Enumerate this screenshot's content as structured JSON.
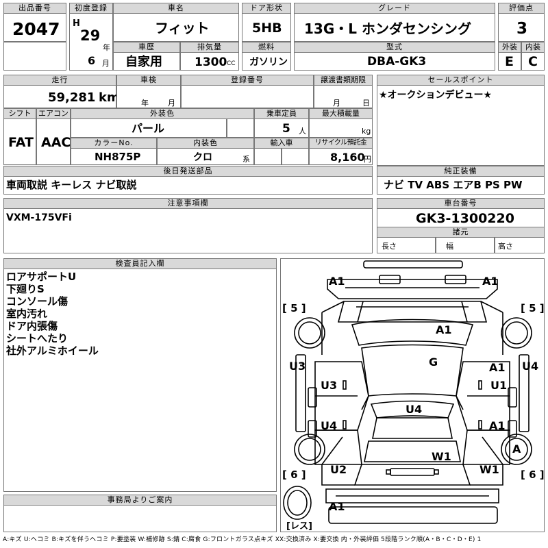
{
  "header": {
    "lot_label": "出品番号",
    "lot": "2047",
    "first_reg_label": "初度登録",
    "era": "H",
    "year": "29",
    "year_unit": "年",
    "month": "6",
    "month_unit": "月",
    "car_name_label": "車名",
    "car_name": "フィット",
    "door_label": "ドア形状",
    "door": "5HB",
    "grade_label": "グレード",
    "grade": "13G・L ホンダセンシング",
    "score_label": "評価点",
    "score": "3",
    "history_label": "車歴",
    "history": "自家用",
    "displacement_label": "排気量",
    "displacement": "1300",
    "displacement_unit": "CC",
    "fuel_label": "燃料",
    "fuel": "ガソリン",
    "model_label": "型式",
    "model": "DBA-GK3",
    "ext_grade_label": "外装",
    "ext_grade": "E",
    "int_grade_label": "内装",
    "int_grade": "C"
  },
  "row2": {
    "mileage_label": "走行",
    "mileage": "59,281",
    "mileage_unit": "km",
    "inspection_label": "車検",
    "inspection_year": "年",
    "inspection_month": "月",
    "plate_label": "登録番号",
    "transfer_label": "譲渡書類期限",
    "transfer_month": "月",
    "transfer_day": "日",
    "sales_label": "セールスポイント",
    "sales_point": "★オークションデビュー★"
  },
  "row3": {
    "shift_label": "シフト",
    "shift": "FAT",
    "aircon_label": "エアコン",
    "aircon": "AAC",
    "ext_color_label": "外装色",
    "ext_color": "パール",
    "capacity_label": "乗車定員",
    "capacity": "5",
    "capacity_unit": "人",
    "load_label": "最大積載量",
    "load_unit": "kg",
    "color_no_label": "カラーNo.",
    "color_no": "NH875P",
    "int_color_label": "内装色",
    "int_color": "クロ",
    "int_color_unit": "系",
    "import_label": "輸入車",
    "recycle_label": "リサイクル預託金",
    "recycle": "8,160",
    "recycle_unit": "円"
  },
  "parts": {
    "label": "後日発送部品",
    "value": "車両取説 キーレス ナビ取説"
  },
  "equipment": {
    "label": "純正装備",
    "value": "ナビ TV ABS エアB PS PW"
  },
  "notes": {
    "label": "注意事項欄",
    "value": "VXM-175VFi"
  },
  "chassis": {
    "label": "車台番号",
    "value": "GK3-1300220"
  },
  "specs": {
    "label": "諸元",
    "length": "長さ",
    "width": "幅",
    "height": "高さ"
  },
  "inspector": {
    "label": "検査員記入欄",
    "items": [
      "ロアサポートU",
      "下廻りS",
      "コンソール傷",
      "室内汚れ",
      "ドア内張傷",
      "シートへたり",
      "社外アルミホイール"
    ]
  },
  "office": {
    "label": "事務局よりご案内"
  },
  "diagram": {
    "tire_fl": "[ 5 ]",
    "tire_fr": "[ 5 ]",
    "tire_rl": "[ 6 ]",
    "tire_rr": "[ 6 ]",
    "spare": "[レス]",
    "front_left": "A1",
    "front_right": "A1",
    "hood": "A1",
    "roof": "G",
    "left_fender": "U3",
    "left_front_door": "U3",
    "right_front_door": "A1",
    "right_front_door_2": "U1",
    "right_fender": "U4",
    "left_rear_door": "U4",
    "floor": "U4",
    "right_rear_door": "A1",
    "right_rear_wheel": "A",
    "tailgate": "W1",
    "left_rear_quarter": "U2",
    "right_rear_quarter": "W1",
    "rear_bumper": "A1"
  },
  "legend": "A:キズ U:ヘコミ B:キズを伴うヘコミ P:要塗装 W:補修跡 S:錆 C:腐食 G:フロントガラス点キズ XX:交換済み X:要交換 内・外装評価 5段階ランク順(A・B・C・D・E) 1"
}
